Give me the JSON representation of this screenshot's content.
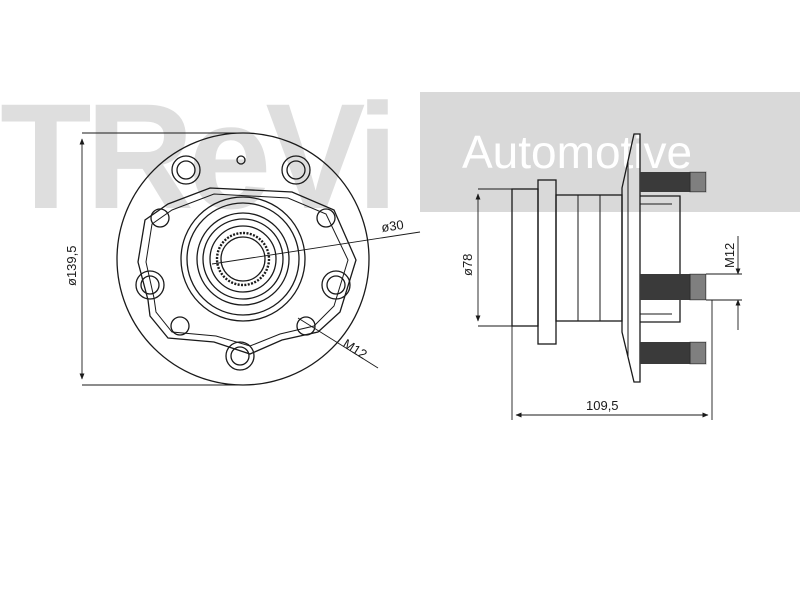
{
  "watermark": {
    "brand": "TReVi",
    "tagline": "Automotive",
    "color": "#d9d9d9",
    "text_color": "#ffffff"
  },
  "front_view": {
    "outer_diameter_label": "ø139,5",
    "bore_label": "ø30",
    "bolt_thread_label": "M12"
  },
  "side_view": {
    "pilot_diameter_label": "ø78",
    "stud_thread_label": "M12",
    "overall_length_label": "109,5"
  },
  "colors": {
    "line": "#1a1a1a",
    "stud": "#3a3a3a"
  }
}
